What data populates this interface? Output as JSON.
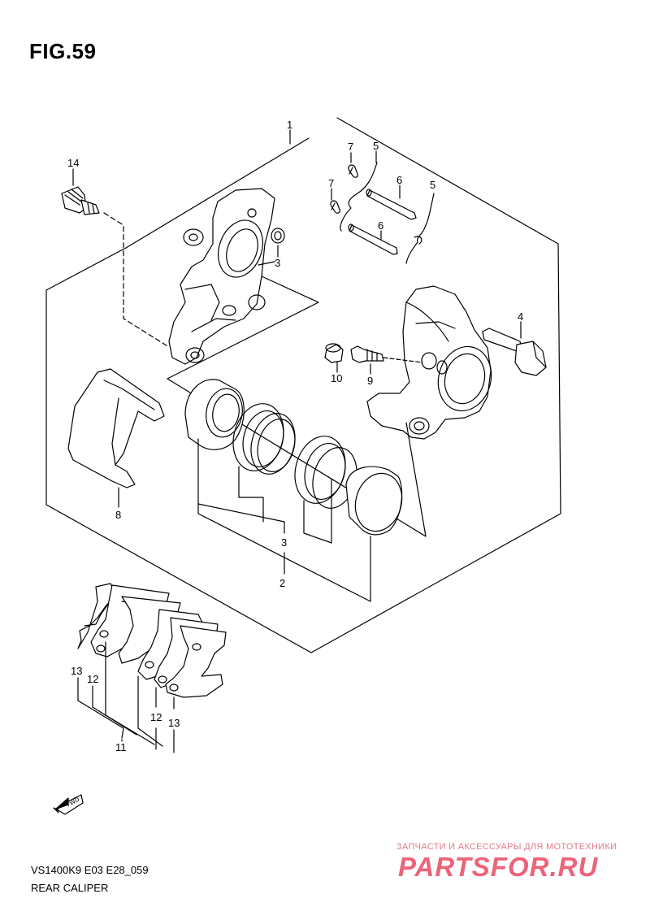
{
  "figure": {
    "title": "FIG.59"
  },
  "callouts": {
    "c1": "1",
    "c2": "2",
    "c3a": "3",
    "c3b": "3",
    "c4": "4",
    "c5a": "5",
    "c5b": "5",
    "c6a": "6",
    "c6b": "6",
    "c7a": "7",
    "c7b": "7",
    "c8": "8",
    "c9": "9",
    "c10": "10",
    "c11": "11",
    "c12a": "12",
    "c12b": "12",
    "c13a": "13",
    "c13b": "13",
    "c14": "14"
  },
  "fwd_label": "FWD",
  "footer": {
    "model_code": "VS1400K9 E03 E28_059",
    "part_name": "REAR CALIPER"
  },
  "watermark": {
    "tagline": "ЗАПЧАСТИ И АКСЕССУАРЫ ДЛЯ МОТОТЕХНИКИ",
    "logo": "PARTSFOR.RU"
  }
}
